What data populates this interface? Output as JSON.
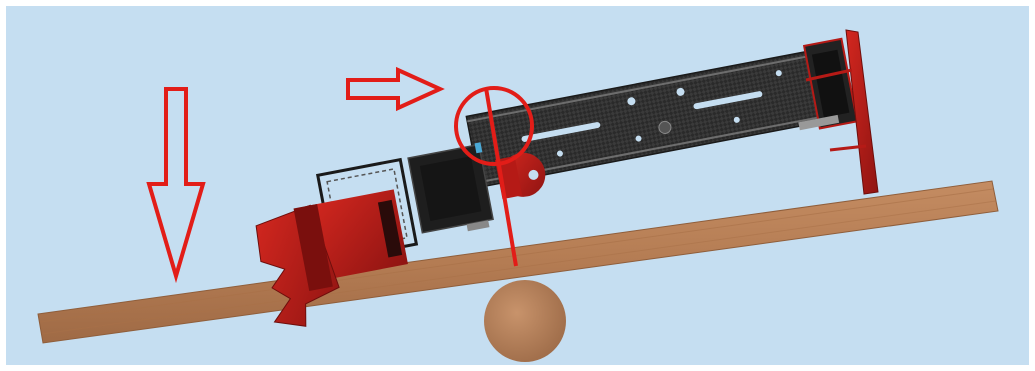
{
  "colors": {
    "background": "#c5def1",
    "board": "#b98158",
    "board_edge": "#8f5e3b",
    "pivot": "#b4805b",
    "arm": "#2c2c2c",
    "arm_rail": "#8a8a8a",
    "red_part": "#b51a16",
    "annotation": "#e21d18",
    "highlight": "#4aa9d6"
  },
  "icons": {
    "down_arrow": "arrow-down-outline",
    "right_arrow": "arrow-right-outline",
    "pivot_circle": "circle-outline"
  }
}
